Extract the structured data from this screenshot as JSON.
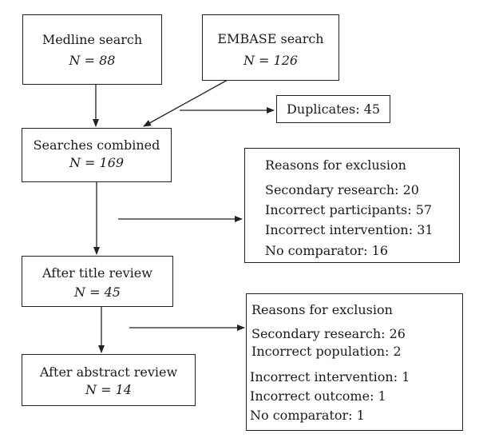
{
  "nodes": {
    "medline": {
      "title": "Medline search",
      "count": "N = 88"
    },
    "embase": {
      "title": "EMBASE search",
      "count": "N = 126"
    },
    "duplicates": {
      "label": "Duplicates: 45"
    },
    "combined": {
      "title": "Searches combined",
      "count": "N = 169"
    },
    "exclusion1": {
      "heading": "Reasons for exclusion",
      "items": [
        "Secondary research: 20",
        "Incorrect participants: 57",
        "Incorrect intervention: 31",
        "No comparator: 16"
      ]
    },
    "title_review": {
      "title": "After title review",
      "count": "N = 45"
    },
    "exclusion2": {
      "heading": "Reasons for exclusion",
      "items": [
        "Secondary research: 26",
        "Incorrect population: 2",
        "Incorrect intervention: 1",
        "Incorrect outcome: 1",
        "No comparator: 1"
      ]
    },
    "abstract_review": {
      "title": "After abstract review",
      "count": "N = 14"
    }
  }
}
